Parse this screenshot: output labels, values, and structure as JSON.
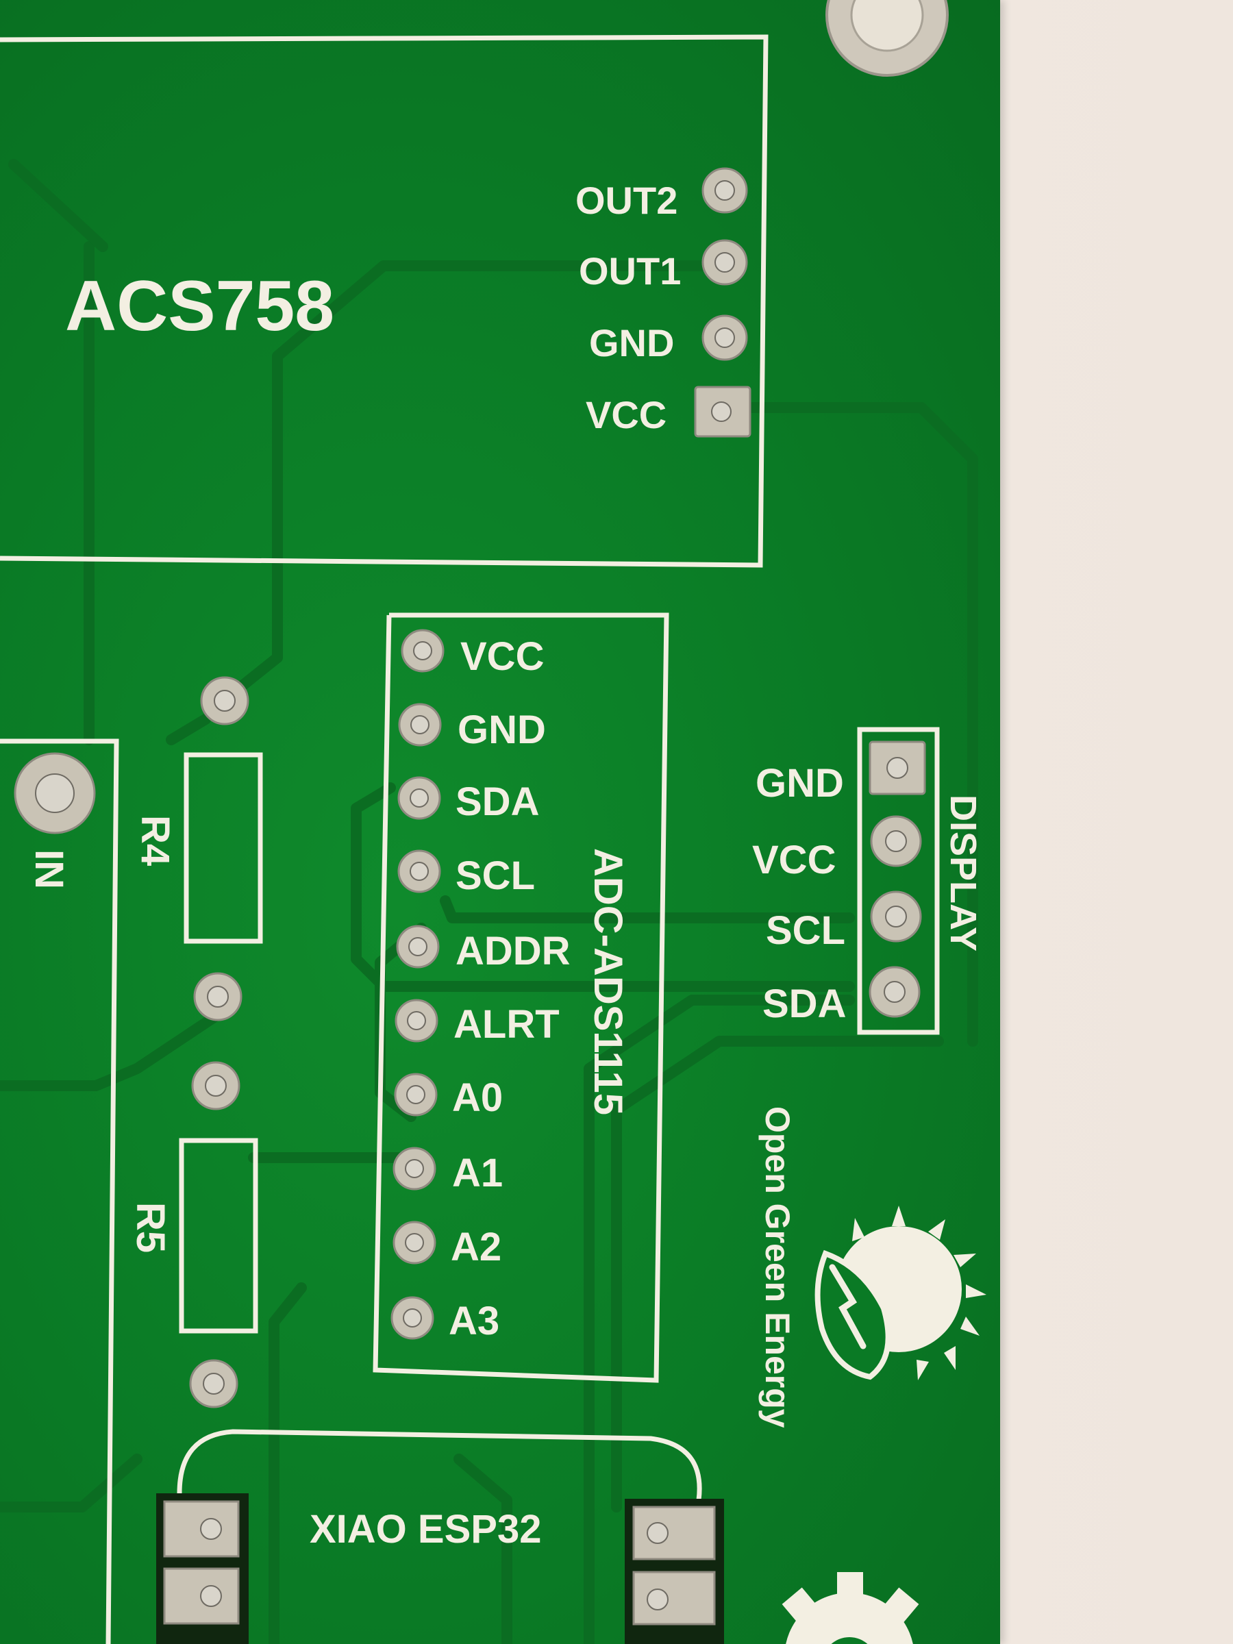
{
  "acs758": {
    "title": "ACS758",
    "pins": [
      "OUT2",
      "OUT1",
      "GND",
      "VCC"
    ]
  },
  "adc": {
    "title": "ADC-ADS1115",
    "pins": [
      "VCC",
      "GND",
      "SDA",
      "SCL",
      "ADDR",
      "ALRT",
      "A0",
      "A1",
      "A2",
      "A3"
    ]
  },
  "display": {
    "title": "DISPLAY",
    "pins": [
      "GND",
      "VCC",
      "SCL",
      "SDA"
    ]
  },
  "resistors": {
    "r4": "R4",
    "r5": "R5"
  },
  "input_label": "IN",
  "xiao_label": "XIAO ESP32",
  "brand": "Open Green Energy",
  "colors": {
    "pcb": "#0a7a25",
    "silkscreen": "#f3efe2",
    "pad": "#c9c3b5",
    "background": "#efe6de"
  }
}
